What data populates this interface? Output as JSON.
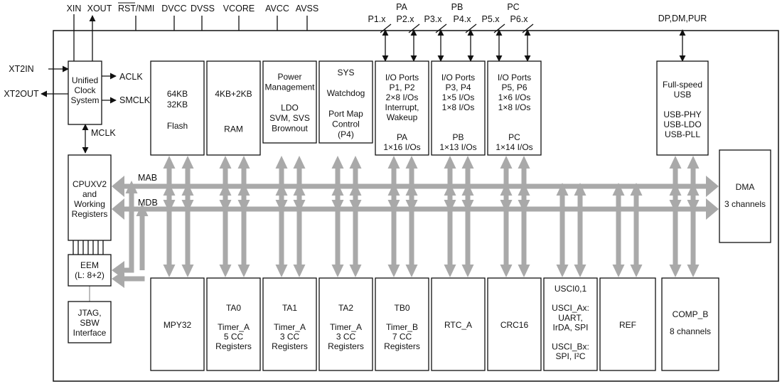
{
  "pins_top": [
    "XIN",
    "XOUT",
    "RST/NMI",
    "DVCC",
    "DVSS",
    "VCORE",
    "AVCC",
    "AVSS",
    "DP,DM,PUR"
  ],
  "pins_left": [
    "XT2IN",
    "XT2OUT"
  ],
  "clock_outputs": [
    "ACLK",
    "SMCLK",
    "MCLK"
  ],
  "port_groups": [
    "PA",
    "PB",
    "PC"
  ],
  "port_buses": [
    "P1.x",
    "P2.x",
    "P3.x",
    "P4.x",
    "P5.x",
    "P6.x"
  ],
  "bus_labels": [
    "MAB",
    "MDB"
  ],
  "blocks": {
    "ucs": [
      "Unified",
      "Clock",
      "System"
    ],
    "flash": [
      "64KB",
      "32KB",
      "",
      "Flash"
    ],
    "ram": [
      "4KB+2KB",
      "",
      "",
      "RAM"
    ],
    "pmm": [
      "Power",
      "Management",
      "",
      "LDO",
      "SVM, SVS",
      "Brownout"
    ],
    "sys": [
      "SYS",
      "",
      "Watchdog",
      "",
      "Port Map",
      "Control",
      "(P4)"
    ],
    "pa": [
      "I/O Ports",
      "P1, P2",
      "2×8 I/Os",
      "Interrupt,",
      "Wakeup",
      "",
      "PA",
      "1×16 I/Os"
    ],
    "pb": [
      "I/O Ports",
      "P3, P4",
      "1×5 I/Os",
      "1×8 I/Os",
      "",
      "",
      "PB",
      "1×13 I/Os"
    ],
    "pc": [
      "I/O Ports",
      "P5, P6",
      "1×6 I/Os",
      "1×8 I/Os",
      "",
      "",
      "PC",
      "1×14 I/Os"
    ],
    "usb": [
      "Full-speed",
      "USB",
      "",
      "USB-PHY",
      "USB-LDO",
      "USB-PLL"
    ],
    "cpu": [
      "CPUXV2",
      "and",
      "Working",
      "Registers"
    ],
    "dma": [
      "DMA",
      "",
      "3 channels"
    ],
    "eem": [
      "EEM",
      "(L: 8+2)"
    ],
    "jtag": [
      "JTAG,",
      "SBW",
      "Interface"
    ],
    "mpy": [
      "MPY32"
    ],
    "ta0": [
      "TA0",
      "",
      "Timer_A",
      "5 CC",
      "Registers"
    ],
    "ta1": [
      "TA1",
      "",
      "Timer_A",
      "3 CC",
      "Registers"
    ],
    "ta2": [
      "TA2",
      "",
      "Timer_A",
      "3 CC",
      "Registers"
    ],
    "tb0": [
      "TB0",
      "",
      "Timer_B",
      "7 CC",
      "Registers"
    ],
    "rtc": [
      "RTC_A"
    ],
    "crc": [
      "CRC16"
    ],
    "usci": [
      "USCI0,1",
      "",
      "USCI_Ax:",
      "UART,",
      "IrDA, SPI",
      "",
      "USCI_Bx:",
      "SPI, I²C"
    ],
    "ref": [
      "REF"
    ],
    "comp": [
      "COMP_B",
      "",
      "8 channels"
    ]
  }
}
